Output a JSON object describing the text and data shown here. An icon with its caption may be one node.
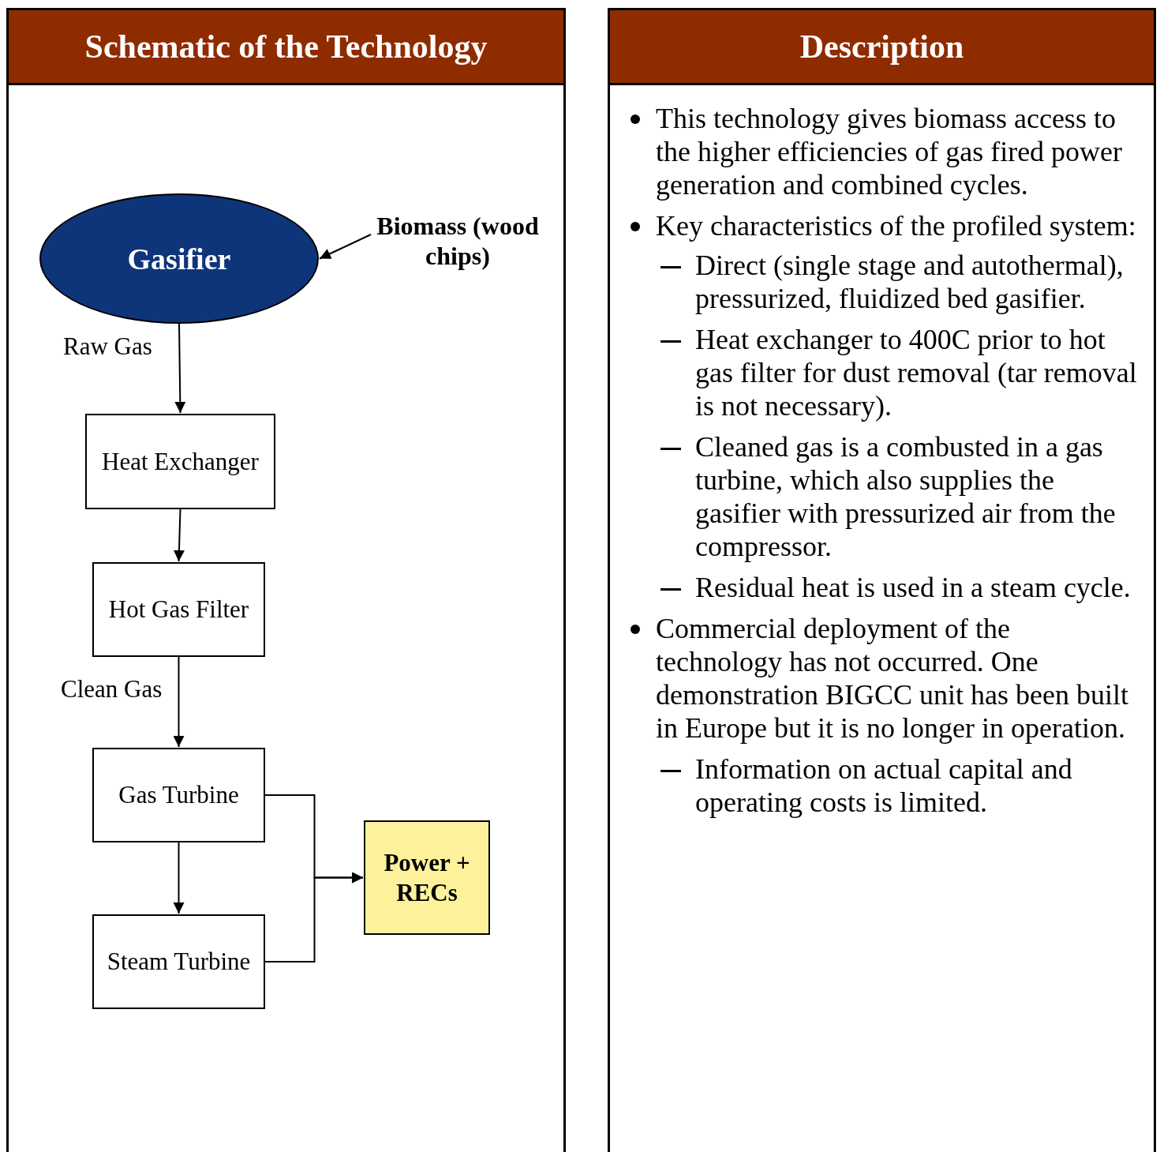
{
  "diagram": {
    "nodes": [
      {
        "text": [
          "Schematic of the Technology"
        ]
      },
      {
        "text": [
          "Gasifier"
        ],
        "in": 0
      },
      {
        "text": [
          "Biomass (wood chips)"
        ],
        "in": 0
      },
      {
        "text": [
          "Heat Exchanger"
        ],
        "in": 0
      },
      {
        "text": [
          "Hot Gas Filter"
        ],
        "in": 0
      },
      {
        "text": [
          "Gas Turbine"
        ],
        "in": 0
      },
      {
        "text": [
          "Steam Turbine"
        ],
        "in": 0
      },
      {
        "text": [
          "Power + RECs"
        ],
        "in": 0
      },
      {
        "text": [
          "Description",
          "This technology gives biomass access to the higher efficiencies of gas fired power generation and combined cycles.",
          "Key characteristics of the profiled system:",
          "Direct (single stage and autothermal), pressurized, fluidized bed gasifier.",
          "Heat exchanger to 400C prior to hot gas filter for dust removal (tar removal is not necessary).",
          "Cleaned gas is a combusted in a gas turbine, which also supplies the gasifier with pressurized air from the compressor.",
          "Residual heat is used in a steam cycle.",
          "Commercial deployment of the technology has not occurred. One demonstration BIGCC unit has been built in Europe but it is no longer in operation.",
          "Information on actual capital and operating costs is limited."
        ]
      }
    ],
    "edges": [
      {
        "from": 2,
        "to": 1,
        "arrow": "to"
      },
      {
        "from": 1,
        "to": 3,
        "arrow": "to",
        "label": "Raw Gas"
      },
      {
        "from": 3,
        "to": 4,
        "arrow": "to"
      },
      {
        "from": 4,
        "to": 5,
        "arrow": "to",
        "label": "Clean Gas"
      },
      {
        "from": 5,
        "to": 6,
        "arrow": "to"
      },
      {
        "from": 5,
        "to": 7,
        "arrow": "to"
      },
      {
        "from": 6,
        "to": 7,
        "arrow": "to"
      }
    ]
  }
}
